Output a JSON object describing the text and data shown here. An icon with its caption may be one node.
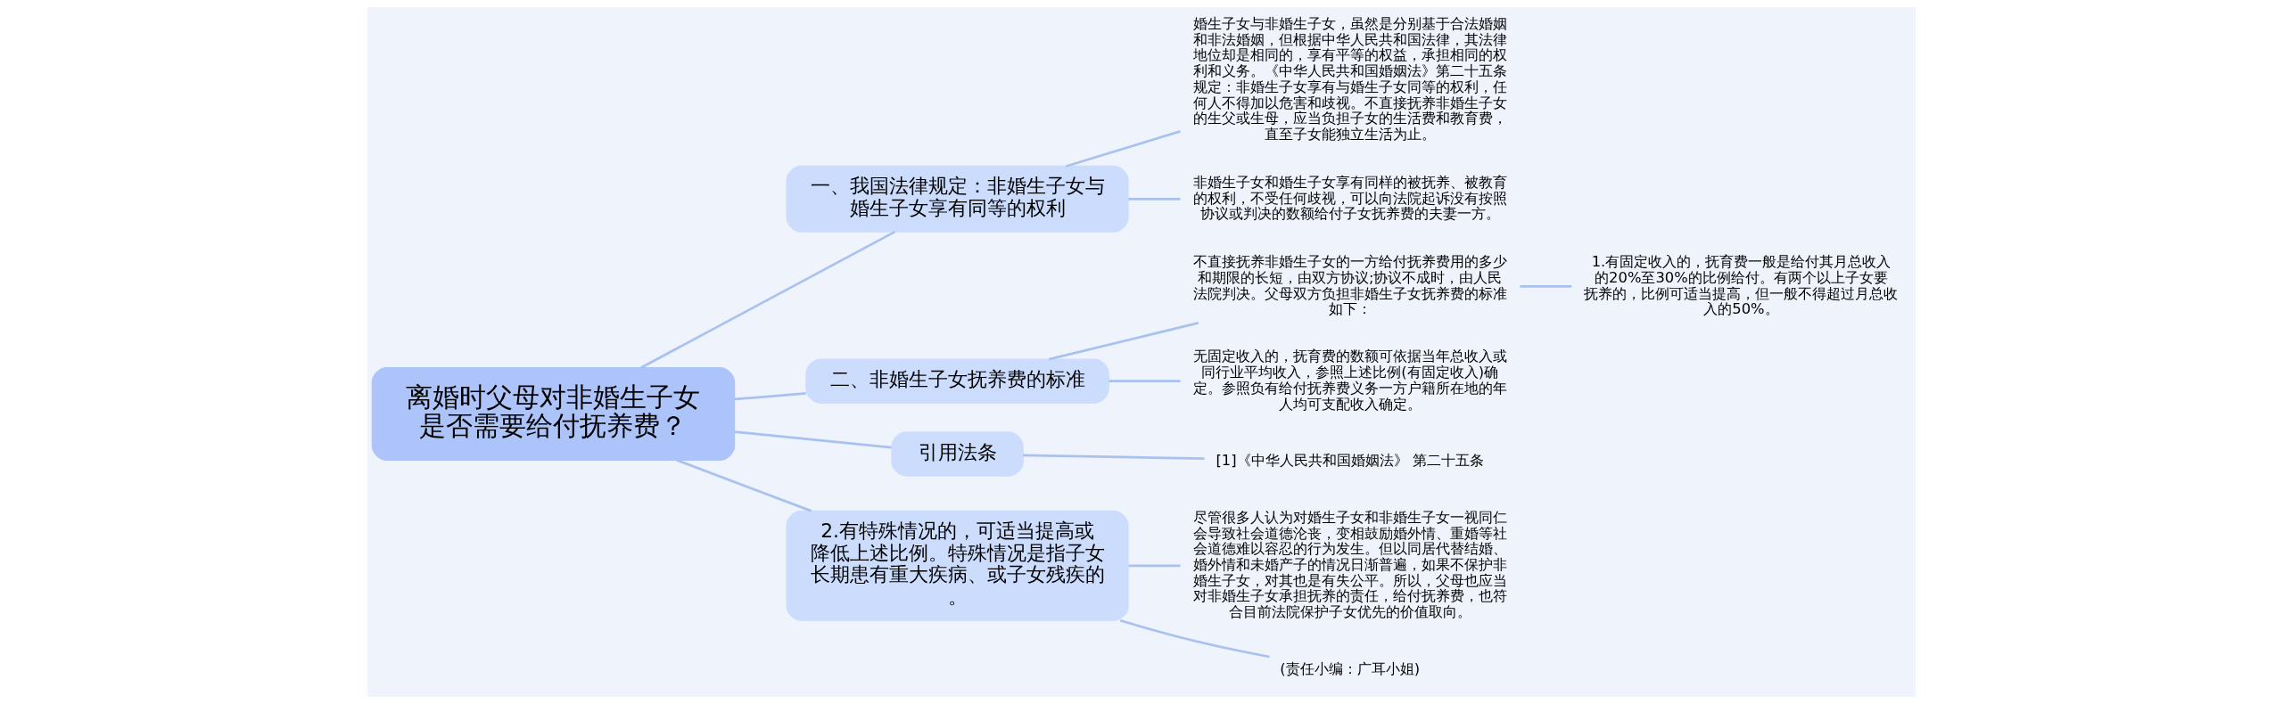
{
  "diagram": {
    "nodes": [
      {
        "text": [
          "离婚时父母对非婚生子女是否需要给付抚养费？"
        ]
      },
      {
        "text": [
          "一、我国法律规定：非婚生子女与婚生子女享有同等的权利"
        ]
      },
      {
        "text": [
          "婚生子女与非婚生子女，虽然是分别基于合法婚姻和非法婚姻，但根据中华人民共和国法律，其法律地位却是相同的，享有平等的权益，承担相同的权利和义务。《中华人民共和国婚姻法》第二十五条规定：非婚生子女享有与婚生子女同等的权利，任何人不得加以危害和歧视。不直接抚养非婚生子女的生父或生母，应当负担子女的生活费和教育费，直至子女能独立生活为止。"
        ]
      },
      {
        "text": [
          "非婚生子女和婚生子女享有同样的被抚养、被教育的权利，不受任何歧视，可以向法院起诉没有按照协议或判决的数额给付子女抚养费的夫妻一方。"
        ]
      },
      {
        "text": [
          "二、非婚生子女抚养费的标准"
        ]
      },
      {
        "text": [
          "不直接抚养非婚生子女的一方给付抚养费用的多少和期限的长短，由双方协议;协议不成时，由人民法院判决。父母双方负担非婚生子女抚养费的标准如下："
        ]
      },
      {
        "text": [
          "1.有固定收入的，抚育费一般是给付其月总收入的20%至30%的比例给付。有两个以上子女要抚养的，比例可适当提高，但一般不得超过月总收入的50%。"
        ]
      },
      {
        "text": [
          "无固定收入的，抚育费的数额可依据当年总收入或同行业平均收入，参照上述比例(有固定收入)确定。参照负有给付抚养费义务一方户籍所在地的年人均可支配收入确定。"
        ]
      },
      {
        "text": [
          "引用法条"
        ]
      },
      {
        "text": [
          "[1]《中华人民共和国婚姻法》 第二十五条"
        ]
      },
      {
        "text": [
          "2.有特殊情况的，可适当提高或降低上述比例。特殊情况是指子女长期患有重大疾病、或子女残疾的。"
        ]
      },
      {
        "text": [
          "尽管很多人认为对婚生子女和非婚生子女一视同仁会导致社会道德沦丧，变相鼓励婚外情、重婚等社会道德难以容忍的行为发生。但以同居代替结婚、婚外情和未婚产子的情况日渐普遍，如果不保护非婚生子女，对其也是有失公平。所以，父母也应当对非婚生子女承担抚养的责任，给付抚养费，也符合目前法院保护子女优先的价值取向。"
        ]
      },
      {
        "text": [
          "(责任小编：广耳小姐)"
        ]
      }
    ],
    "edges": [
      {
        "from": 0,
        "to": 1,
        "arrow": "none"
      },
      {
        "from": 1,
        "to": 2,
        "arrow": "none"
      },
      {
        "from": 1,
        "to": 3,
        "arrow": "none"
      },
      {
        "from": 0,
        "to": 4,
        "arrow": "none"
      },
      {
        "from": 4,
        "to": 5,
        "arrow": "none"
      },
      {
        "from": 5,
        "to": 6,
        "arrow": "none"
      },
      {
        "from": 4,
        "to": 7,
        "arrow": "none"
      },
      {
        "from": 0,
        "to": 8,
        "arrow": "none"
      },
      {
        "from": 8,
        "to": 9,
        "arrow": "none"
      },
      {
        "from": 0,
        "to": 10,
        "arrow": "none"
      },
      {
        "from": 10,
        "to": 11,
        "arrow": "none"
      },
      {
        "from": 10,
        "to": 12,
        "arrow": "none"
      }
    ]
  }
}
